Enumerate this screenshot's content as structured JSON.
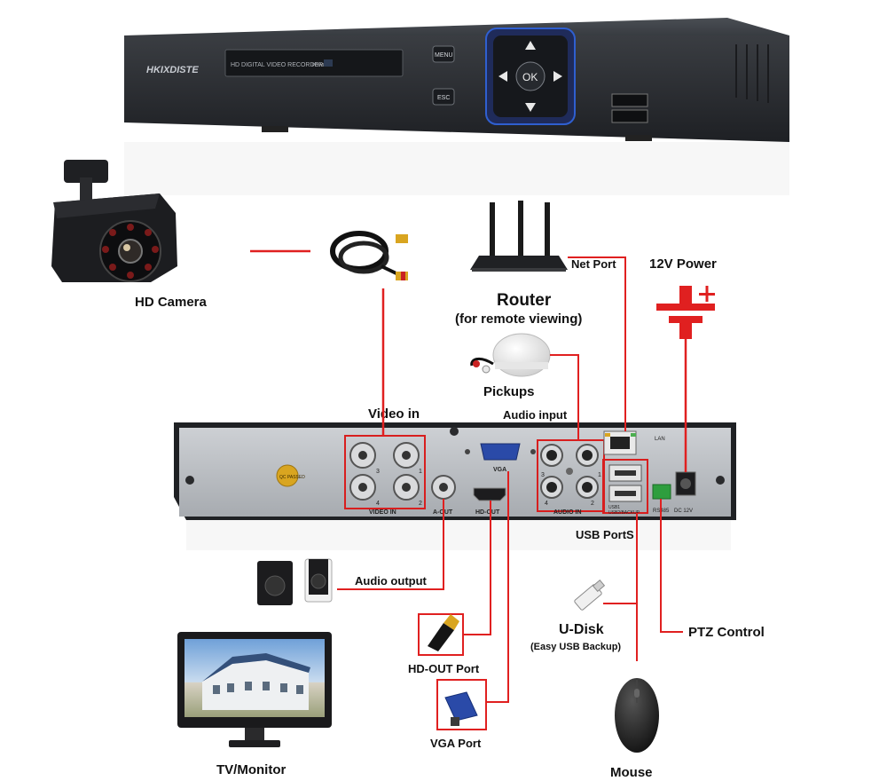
{
  "dvr_front": {
    "brand": "HKIXDISTE",
    "model_text": "HD DIGITAL VIDEO RECORDER",
    "power_text": "POWER",
    "menu_label": "MENU",
    "esc_label": "ESC",
    "ok_label": "OK"
  },
  "devices": {
    "camera": "HD Camera",
    "router_line1": "Router",
    "router_line2": "(for remote viewing)",
    "net_port": "Net Port",
    "power": "12V Power",
    "pickups": "Pickups",
    "audio_input": "Audio input",
    "video_in": "Video in",
    "usb_ports": "USB PortS",
    "audio_output": "Audio output",
    "udisk_line1": "U-Disk",
    "udisk_line2": "(Easy USB Backup)",
    "ptz": "PTZ Control",
    "hd_out_port": "HD-OUT Port",
    "vga_port": "VGA Port",
    "tv": "TV/Monitor",
    "mouse": "Mouse"
  },
  "back_panel": {
    "video_in": "VIDEO IN",
    "a_out": "A-OUT",
    "vga": "VGA",
    "hd_out": "HD-OUT",
    "audio_in": "AUDIO IN",
    "lan": "LAN",
    "usb_label_1": "USB1",
    "usb_label_2": "USB2/BACKUP",
    "rs485": "RS485",
    "dc": "DC 12V",
    "qc": "QC PASSED",
    "bnc_numbers": [
      "3",
      "1",
      "4",
      "2"
    ],
    "audio_numbers": [
      "3",
      "1",
      "4",
      "2"
    ]
  },
  "colors": {
    "wire": "#e02020",
    "dvr_body": "#2b2e33",
    "panel": "#b8bcc1",
    "brand_blue": "#1f3fa0"
  }
}
